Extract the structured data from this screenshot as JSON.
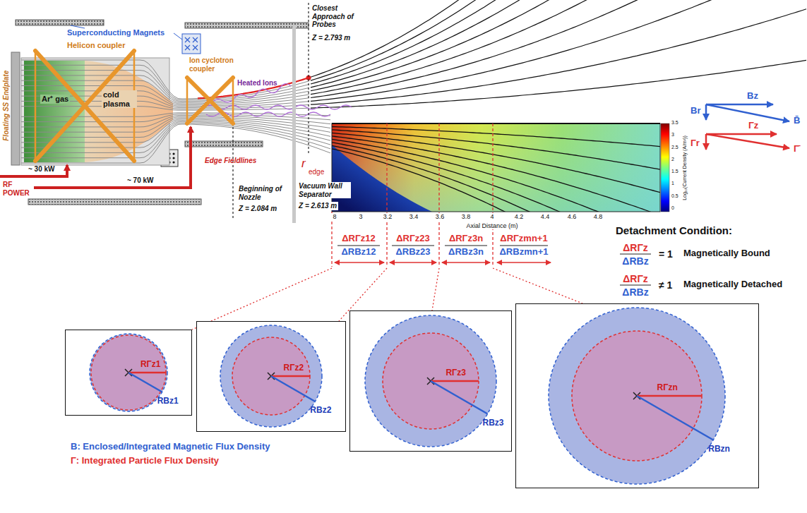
{
  "diagram": {
    "nodes": [
      {
        "text": [
          "RΓz1",
          "RBz1"
        ]
      },
      {
        "text": [
          "RΓz2",
          "RBz2"
        ]
      },
      {
        "text": [
          "RΓz3",
          "RBz3"
        ]
      },
      {
        "text": [
          "RΓzn",
          "RBzn"
        ]
      }
    ],
    "labels": [
      "Floating SS Endplate",
      "Helicon coupler",
      "Ar⁺ gas",
      "cold plasma",
      "Superconducting Magnets",
      "Ion cyclotron coupler",
      "Heated Ions",
      "~ 30 kW",
      "~ 70 kW",
      "RF POWER",
      "Edge Fieldlines",
      "Closest Approach of Probes",
      "Z = 2.793 m",
      "r",
      "edge",
      "Beginning of Nozzle",
      "Z = 2.084 m",
      "Vacuum Wall Separator",
      "Z = 2.613 m",
      "8",
      "3",
      "3.2",
      "3.4",
      "3.6",
      "3.8",
      "4",
      "4.2",
      "4.4",
      "4.6",
      "4.8",
      "Axial Distance (m)",
      "0",
      "0.5",
      "1",
      "1.5",
      "2",
      "2.5",
      "3",
      "3.5",
      "Log₁₀(Current Density (A/m²))",
      "Br",
      "Bz",
      "B̄",
      "Γr",
      "Γz",
      "Γ̄",
      "ΔRΓz12",
      "ΔRBz12",
      "ΔRΓz23",
      "ΔRBz23",
      "ΔRΓz3n",
      "ΔRBz3n",
      "ΔRΓzmn+1",
      "ΔRBzmn+1",
      "Detachment Condition:",
      "ΔRΓz",
      "ΔRBz",
      "= 1",
      "Magnetically Bound",
      "ΔRΓz",
      "ΔRBz",
      "≠ 1",
      "Magnetically Detached",
      "B: Enclosed/Integrated Magnetic Flux Density",
      "Γ: Integrated Particle Flux Density"
    ]
  }
}
